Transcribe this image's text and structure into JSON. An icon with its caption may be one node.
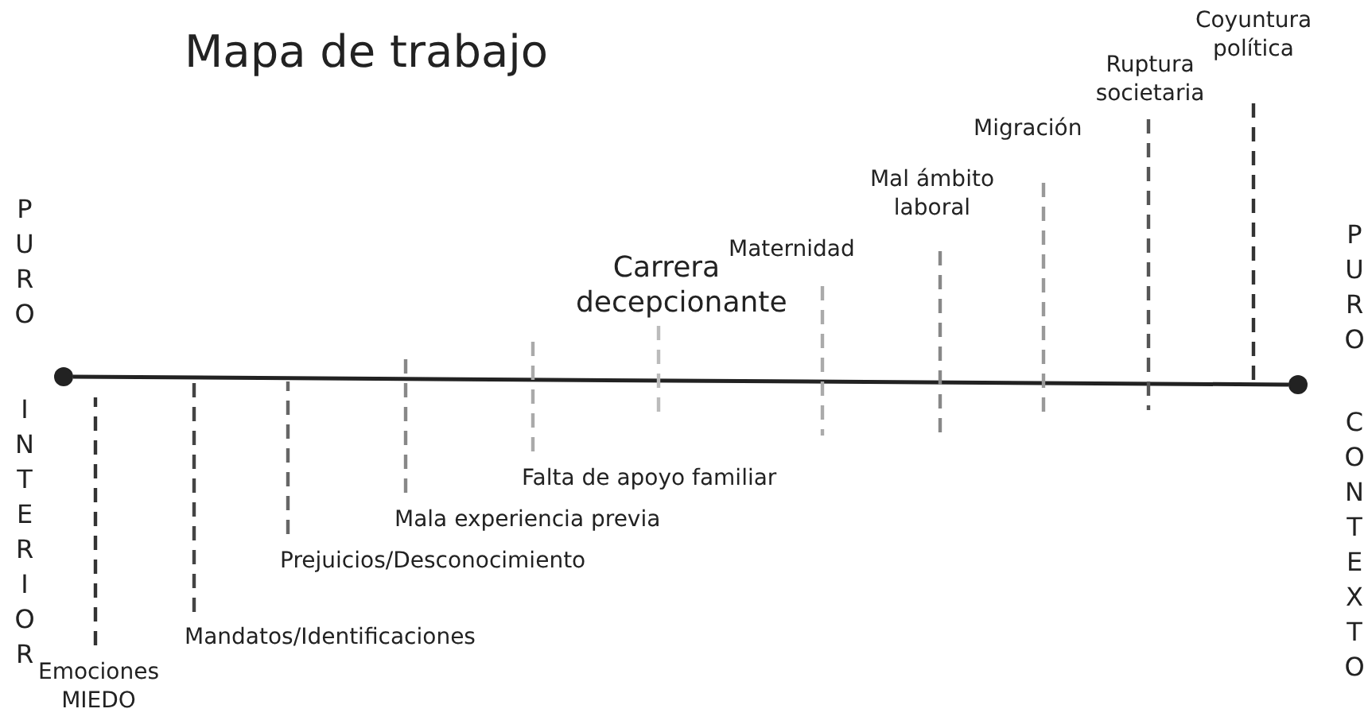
{
  "diagram": {
    "title": "Mapa de trabajo",
    "nodes": [
      {
        "text": [],
        "shape": "circle"
      },
      {
        "text": [],
        "shape": "circle"
      },
      {
        "text": [
          "Emociones MIEDO"
        ]
      },
      {
        "text": [
          "Mandatos/Identificaciones"
        ]
      },
      {
        "text": [
          "Prejuicios/Desconocimiento"
        ]
      },
      {
        "text": [
          "Mala experiencia previa"
        ]
      },
      {
        "text": [
          "Falta de apoyo familiar"
        ]
      },
      {
        "text": [
          "Carrera decepcionante"
        ]
      },
      {
        "text": [
          "Maternidad"
        ]
      },
      {
        "text": [
          "Mal ámbito laboral"
        ]
      },
      {
        "text": [
          "Migración"
        ]
      },
      {
        "text": [
          "Ruptura societaria"
        ]
      },
      {
        "text": [
          "Coyuntura política"
        ]
      }
    ],
    "edges": [
      {
        "from": 0,
        "to": 1,
        "arrow": "none"
      },
      {
        "from": 2,
        "to": null,
        "arrow": "none",
        "style": "dashed",
        "color": "#333333"
      },
      {
        "from": 3,
        "to": null,
        "arrow": "none",
        "style": "dashed",
        "color": "#444444"
      },
      {
        "from": 4,
        "to": null,
        "arrow": "none",
        "style": "dashed",
        "color": "#666666"
      },
      {
        "from": 5,
        "to": null,
        "arrow": "none",
        "style": "dashed",
        "color": "#888888"
      },
      {
        "from": 6,
        "to": null,
        "arrow": "none",
        "style": "dashed",
        "color": "#aaaaaa"
      },
      {
        "from": 7,
        "to": null,
        "arrow": "none",
        "style": "dashed",
        "color": "#bbbbbb"
      },
      {
        "from": 8,
        "to": null,
        "arrow": "none",
        "style": "dashed",
        "color": "#aaaaaa"
      },
      {
        "from": 9,
        "to": null,
        "arrow": "none",
        "style": "dashed",
        "color": "#888888"
      },
      {
        "from": 10,
        "to": null,
        "arrow": "none",
        "style": "dashed",
        "color": "#999999"
      },
      {
        "from": 11,
        "to": null,
        "arrow": "none",
        "style": "dashed",
        "color": "#555555"
      },
      {
        "from": 12,
        "to": null,
        "arrow": "none",
        "style": "dashed",
        "color": "#333333"
      }
    ],
    "labels": [
      "PURO",
      "INTERIOR",
      "PURO",
      "CONTEXTO"
    ]
  }
}
